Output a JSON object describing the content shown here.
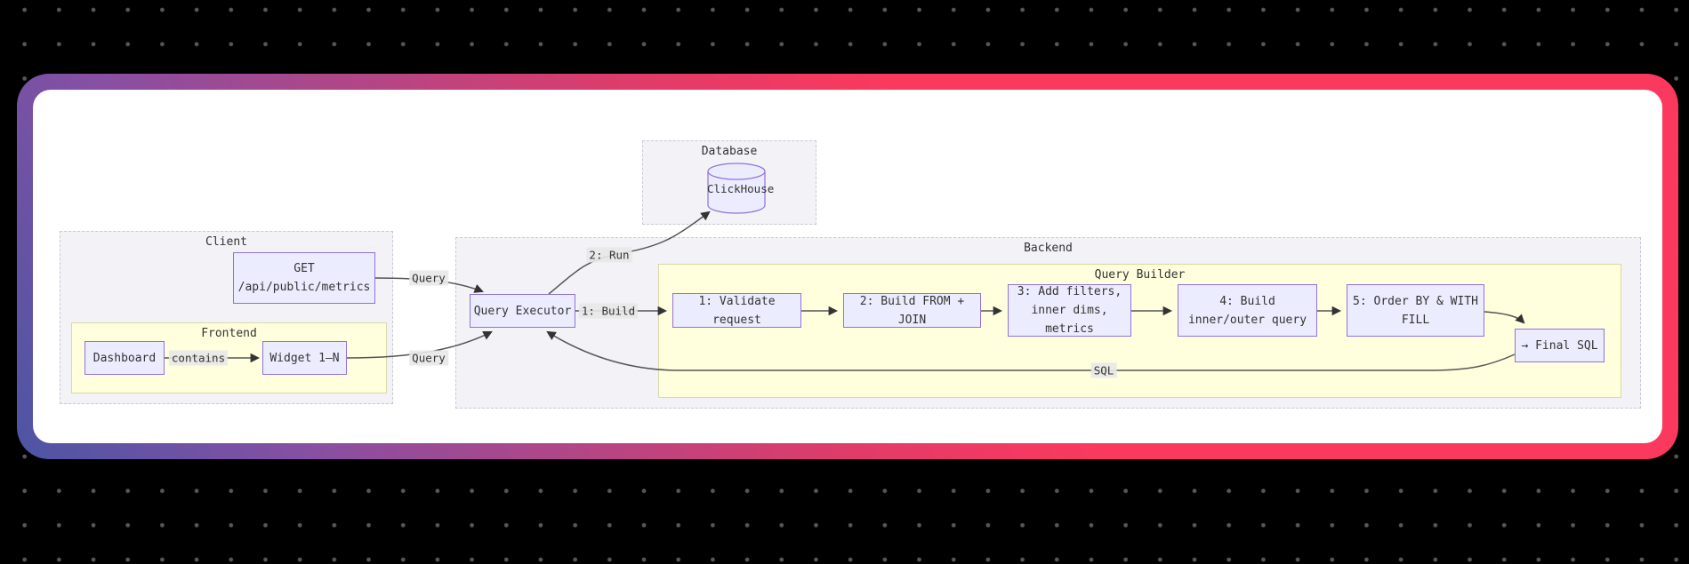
{
  "diagram": {
    "clusters": {
      "database": {
        "label": "Database"
      },
      "client": {
        "label": "Client"
      },
      "frontend": {
        "label": "Frontend"
      },
      "backend": {
        "label": "Backend"
      },
      "query_builder": {
        "label": "Query Builder"
      }
    },
    "nodes": {
      "clickhouse": {
        "label": "ClickHouse"
      },
      "get": {
        "line1": "GET",
        "line2": "/api/public/metrics"
      },
      "dashboard": {
        "label": "Dashboard"
      },
      "widget": {
        "label": "Widget 1–N"
      },
      "query_executor": {
        "label": "Query Executor"
      },
      "step1": {
        "label": "1: Validate request"
      },
      "step2": {
        "label": "2: Build FROM + JOIN"
      },
      "step3": {
        "line1": "3: Add filters,",
        "line2": "inner dims, metrics"
      },
      "step4": {
        "line1": "4: Build",
        "line2": "inner/outer query"
      },
      "step5": {
        "line1": "5: Order BY & WITH",
        "line2": "FILL"
      },
      "final_sql": {
        "label": "→ Final SQL"
      }
    },
    "edge_labels": {
      "query_from_get": "Query",
      "query_from_widget": "Query",
      "contains": "contains",
      "build": "1: Build",
      "run": "2: Run",
      "sql": "SQL"
    },
    "colors": {
      "background": "#000000",
      "dot_grid": "#5a5660",
      "card_gradient_start": "#4c55a4",
      "card_gradient_mid": "#8450a4",
      "card_gradient_end": "#fb395e",
      "canvas": "#ffffff",
      "cluster_gray_fill": "#f2f2f7",
      "cluster_yellow_fill": "#ffffde",
      "node_fill": "#ececff",
      "node_border": "#9370db",
      "edge_stroke": "#555555",
      "text": "#333333",
      "edge_label_bg": "#e8e8e8"
    }
  }
}
